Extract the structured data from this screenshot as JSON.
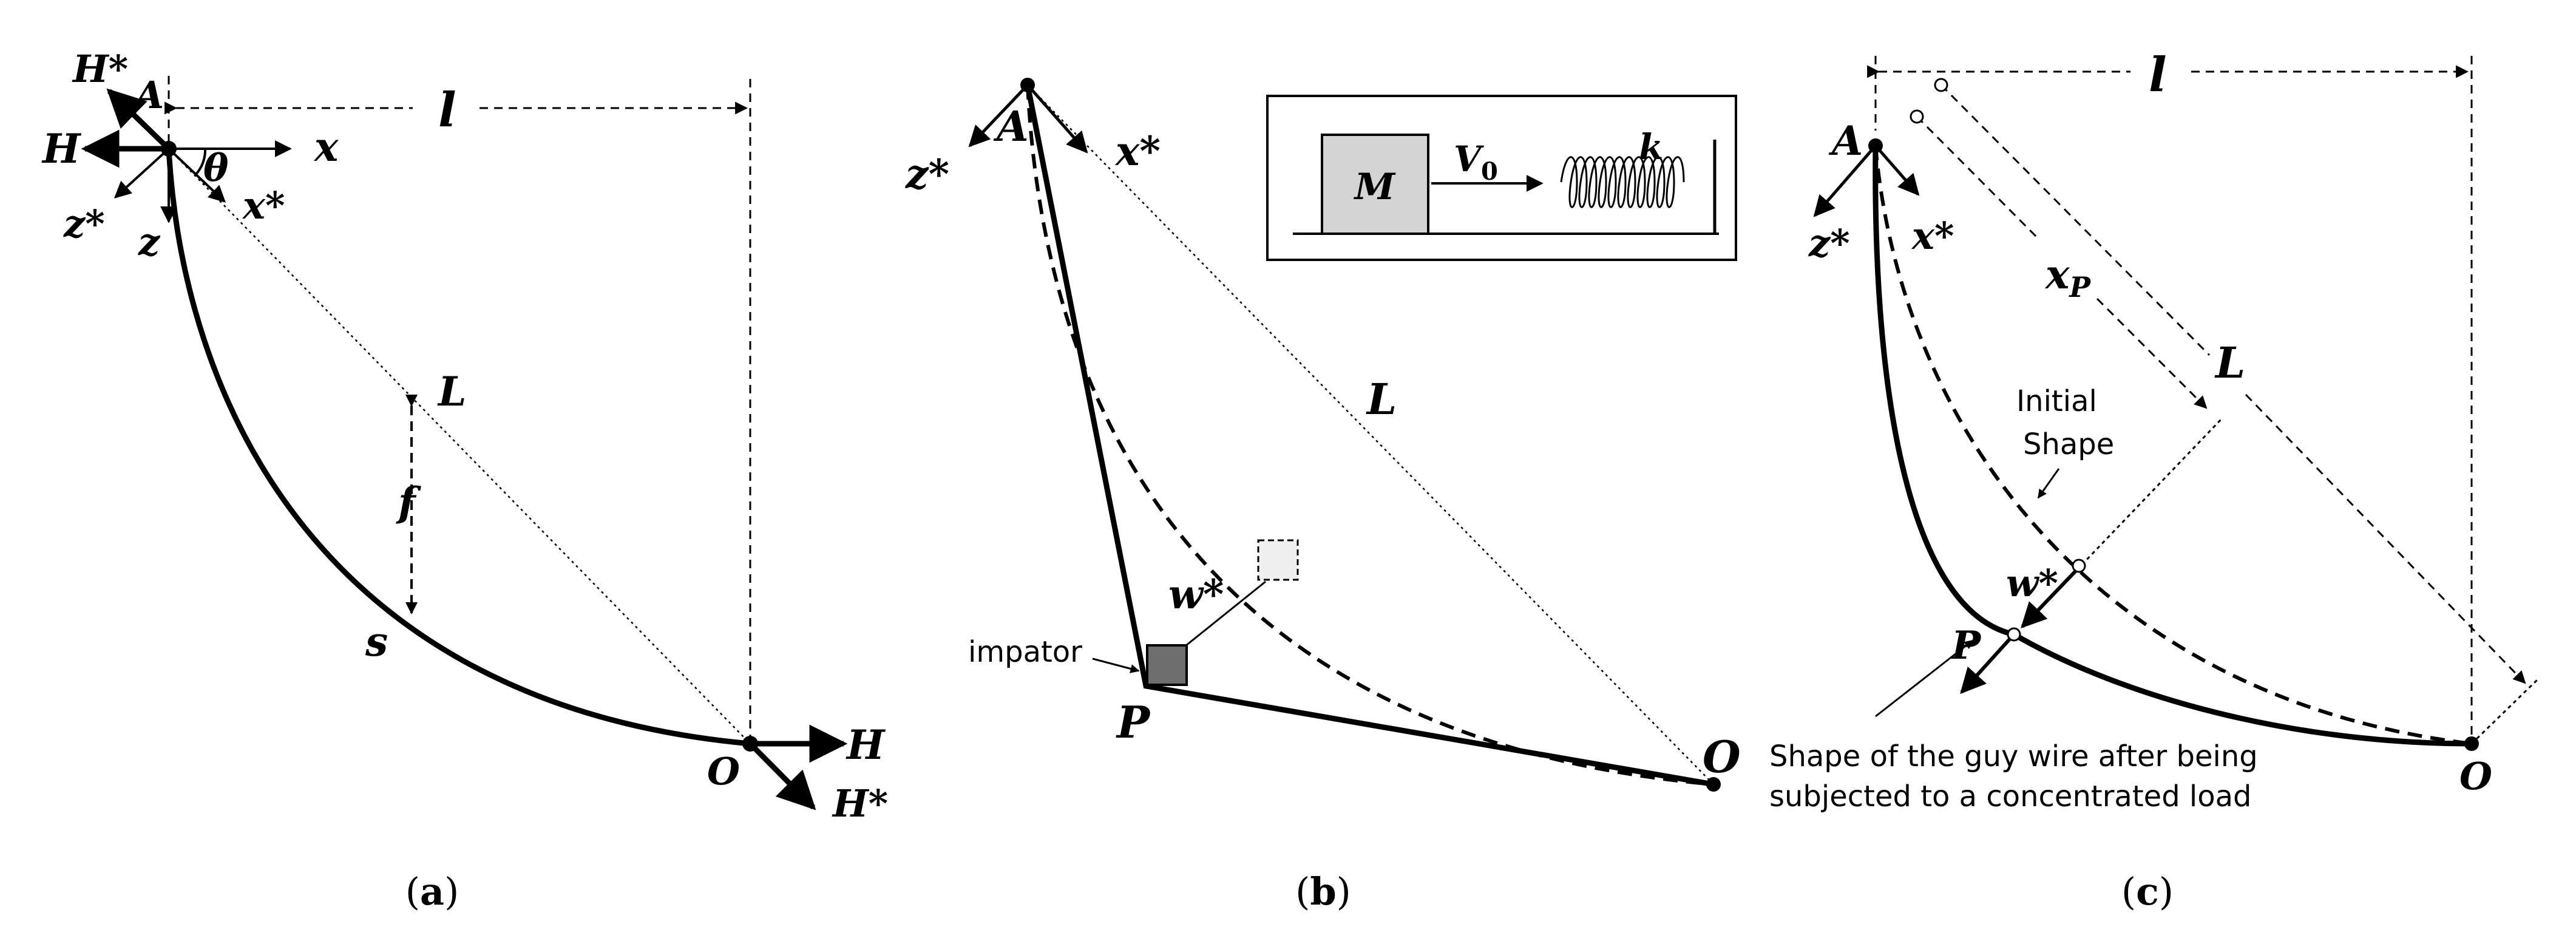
{
  "panels": {
    "a": {
      "caption_open": "(",
      "caption_letter": "a",
      "caption_close": ")",
      "labels": {
        "H_star_top": "H*",
        "A": "A",
        "l": "l",
        "H_left": "H",
        "theta": "θ",
        "x": "x",
        "z_star": "z*",
        "x_star": "x*",
        "z": "z",
        "L": "L",
        "f": "f",
        "s": "s",
        "O": "O",
        "H_right": "H",
        "H_star_bottom": "H*"
      }
    },
    "b": {
      "caption_open": "(",
      "caption_letter": "b",
      "caption_close": ")",
      "labels": {
        "A": "A",
        "z_star": "z*",
        "x_star": "x*",
        "L": "L",
        "w_star": "w*",
        "impactor": "impator",
        "P": "P",
        "O": "O"
      },
      "inset": {
        "M": "M",
        "V0_main": "V",
        "V0_sub": "0",
        "k": "k"
      }
    },
    "c": {
      "caption_open": "(",
      "caption_letter": "c",
      "caption_close": ")",
      "labels": {
        "l": "l",
        "A": "A",
        "z_star": "z*",
        "x_star": "x*",
        "x_P_main": "x",
        "x_P_sub": "P",
        "L": "L",
        "initial_shape_line1": "Initial",
        "initial_shape_line2": "Shape",
        "w_star": "w*",
        "P": "P",
        "annotation_line1": "Shape of the guy wire after being",
        "annotation_line2": "subjected to a concentrated load",
        "O": "O"
      }
    }
  }
}
